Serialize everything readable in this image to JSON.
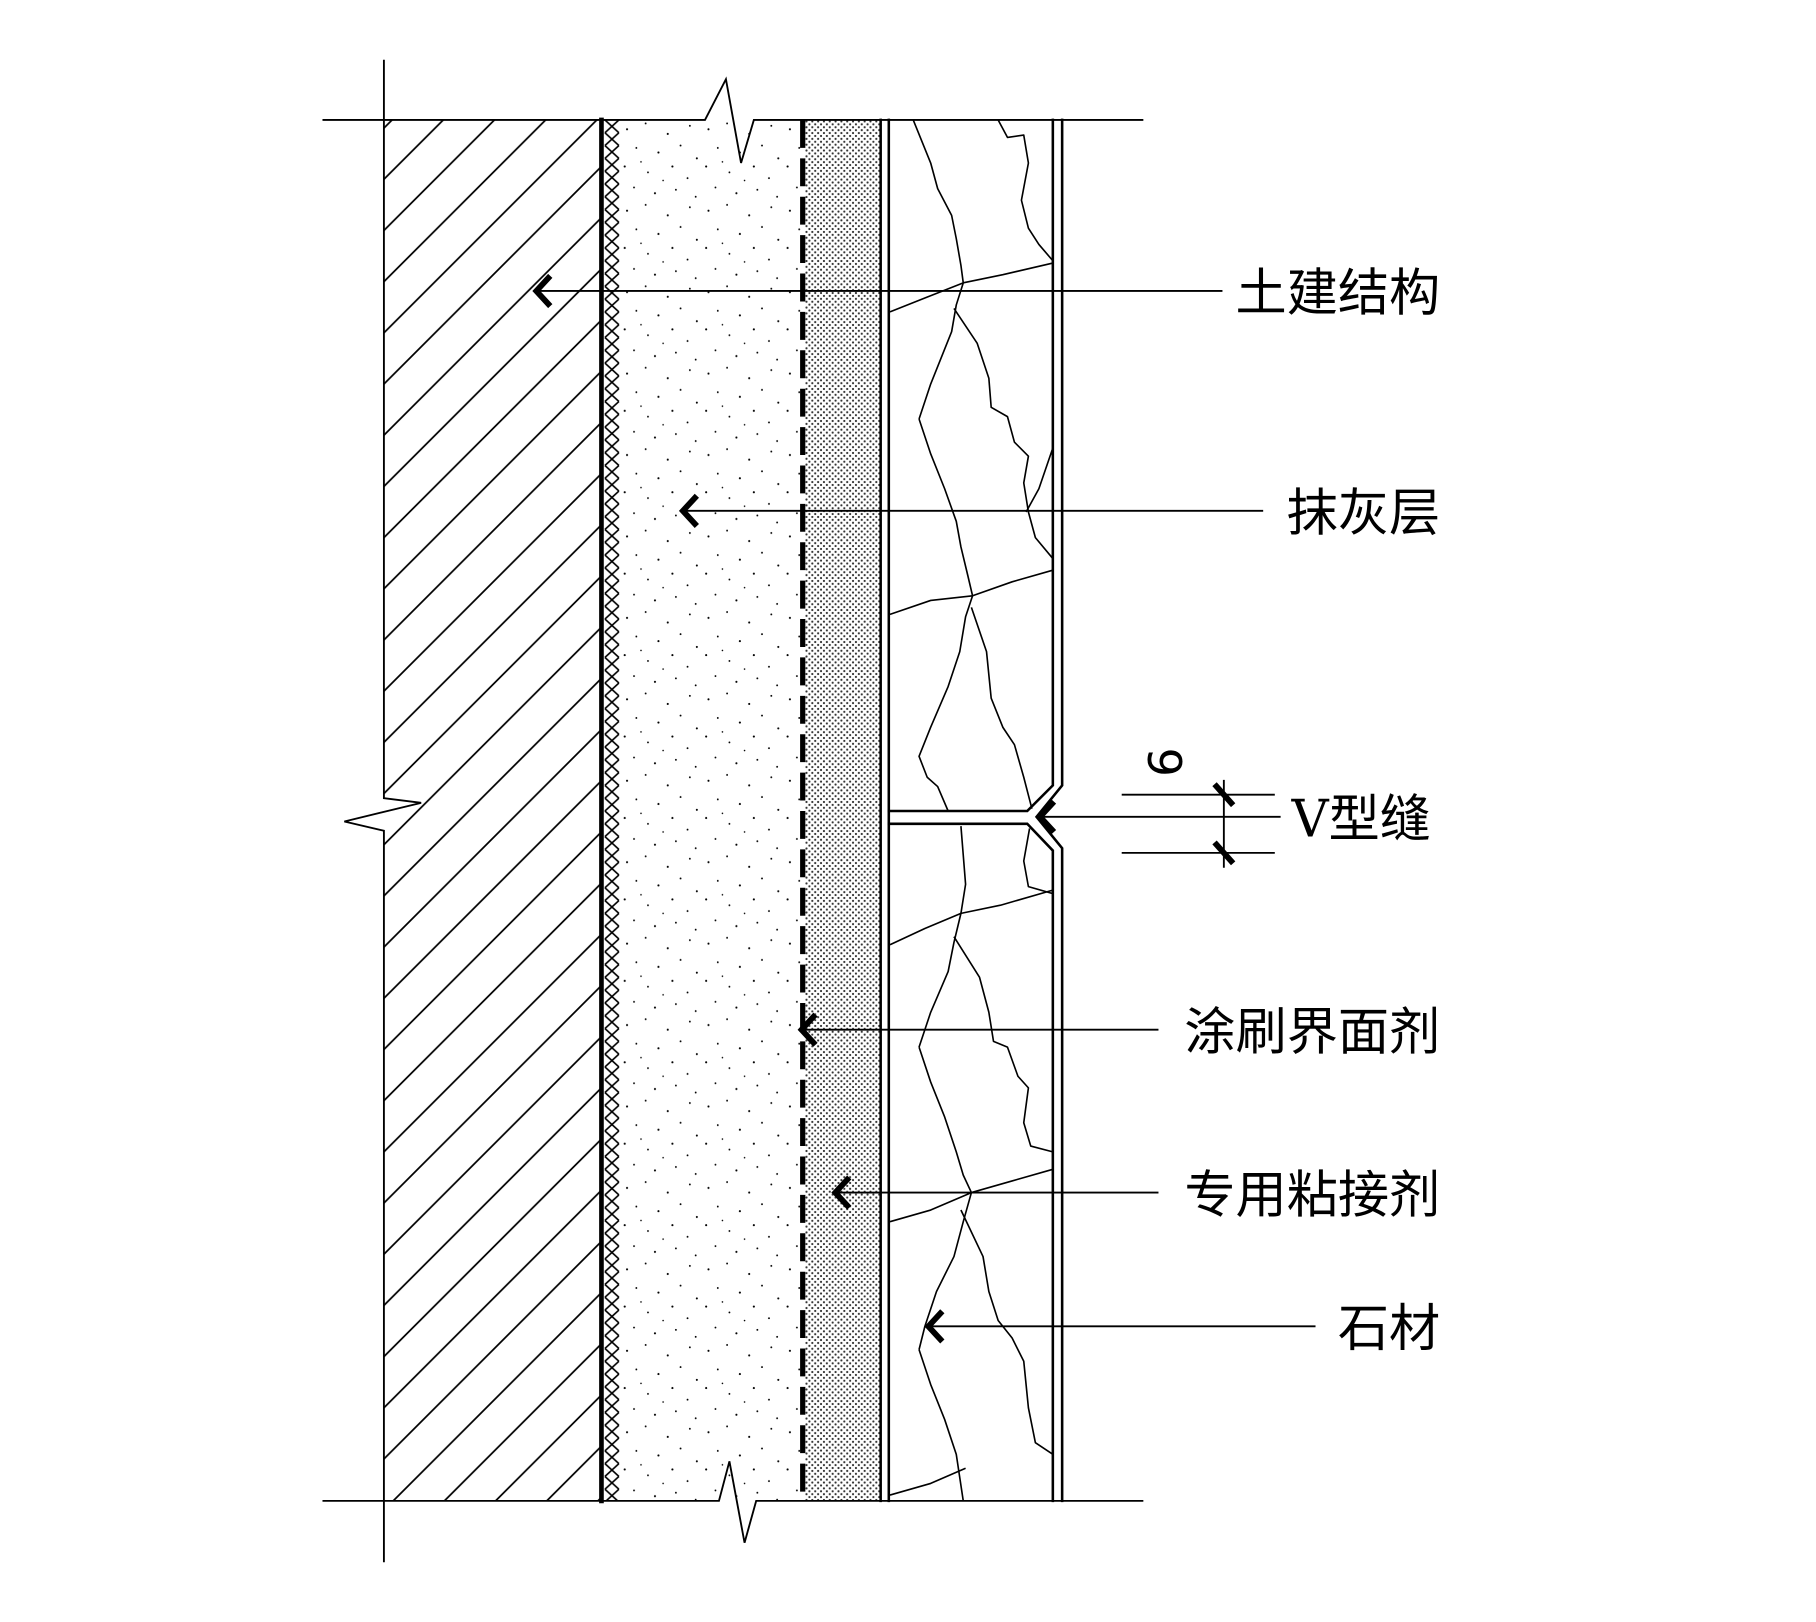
{
  "drawing": {
    "labels": {
      "structure": "土建结构",
      "plaster": "抹灰层",
      "v_joint": "V型缝",
      "interface_agent": "涂刷界面剂",
      "adhesive": "专用粘接剂",
      "stone": "石材"
    },
    "dimension": {
      "v_joint_width": "6"
    }
  },
  "colors": {
    "line": "#000000",
    "background": "#ffffff",
    "adhesive_fill": "#cfcfcf"
  }
}
